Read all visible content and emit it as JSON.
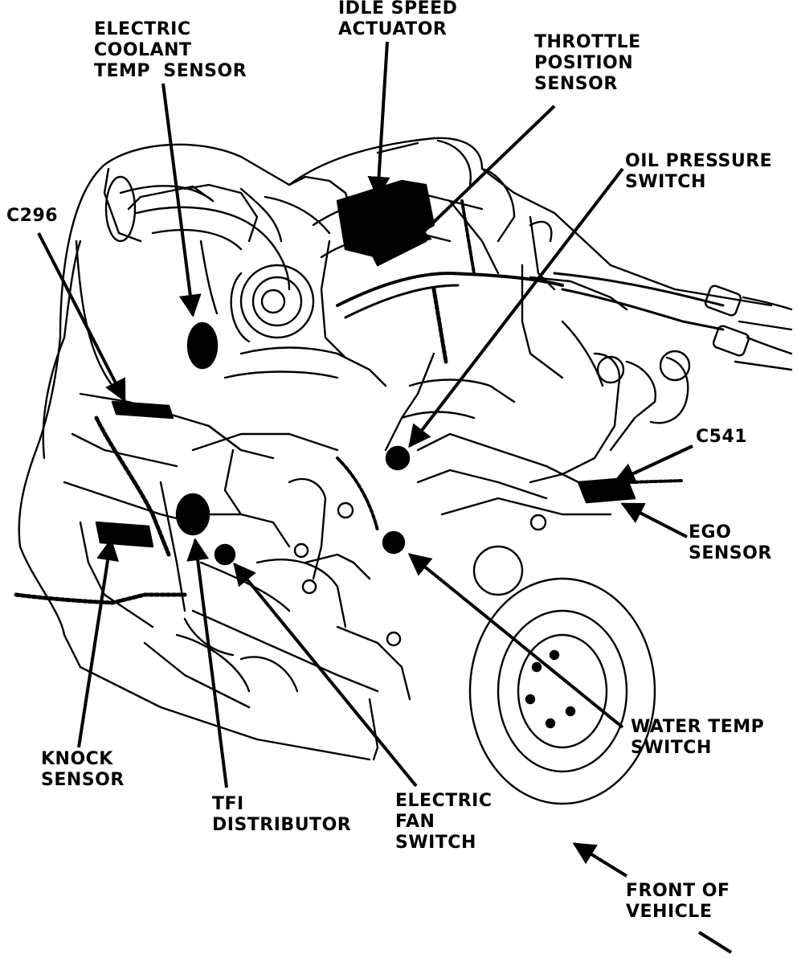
{
  "labels": {
    "idle_speed_actuator": [
      "IDLE SPEED",
      "ACTUATOR"
    ],
    "electric_coolant_temp_sensor": [
      "ELECTRIC",
      "COOLANT",
      "TEMP  SENSOR"
    ],
    "throttle_position_sensor": [
      "THROTTLE",
      "POSITION",
      "SENSOR"
    ],
    "oil_pressure_switch": [
      "OIL PRESSURE",
      "SWITCH"
    ],
    "c296": [
      "C296"
    ],
    "c541": [
      "C541"
    ],
    "ego_sensor": [
      "EGO",
      "SENSOR"
    ],
    "water_temp_switch": [
      "WATER TEMP",
      "SWITCH"
    ],
    "knock_sensor": [
      "KNOCK",
      "SENSOR"
    ],
    "tfi_distributor": [
      "TFI",
      "DISTRIBUTOR"
    ],
    "electric_fan_switch": [
      "ELECTRIC",
      "FAN",
      "SWITCH"
    ],
    "front_of_vehicle": [
      "FRONT OF",
      "VEHICLE"
    ]
  },
  "colors": {
    "ink": "#000000",
    "paper": "#ffffff"
  }
}
